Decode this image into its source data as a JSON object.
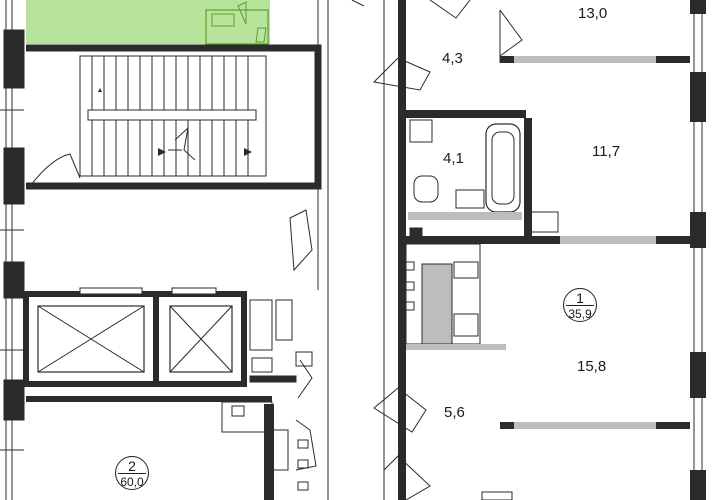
{
  "rooms": {
    "r13_0": "13,0",
    "r4_3": "4,3",
    "r4_1": "4,1",
    "r11_7": "11,7",
    "r15_8": "15,8",
    "r5_6": "5,6"
  },
  "apartments": {
    "apt1": {
      "number": "1",
      "area": "35,9"
    },
    "apt2": {
      "number": "2",
      "area": "60,0"
    }
  },
  "colors": {
    "wall": "#2b2b2b",
    "grey_wall": "#bdbdbd",
    "balcony": "#b8e39a",
    "balcony_line": "#5aa02c",
    "fixture": "#333333"
  }
}
